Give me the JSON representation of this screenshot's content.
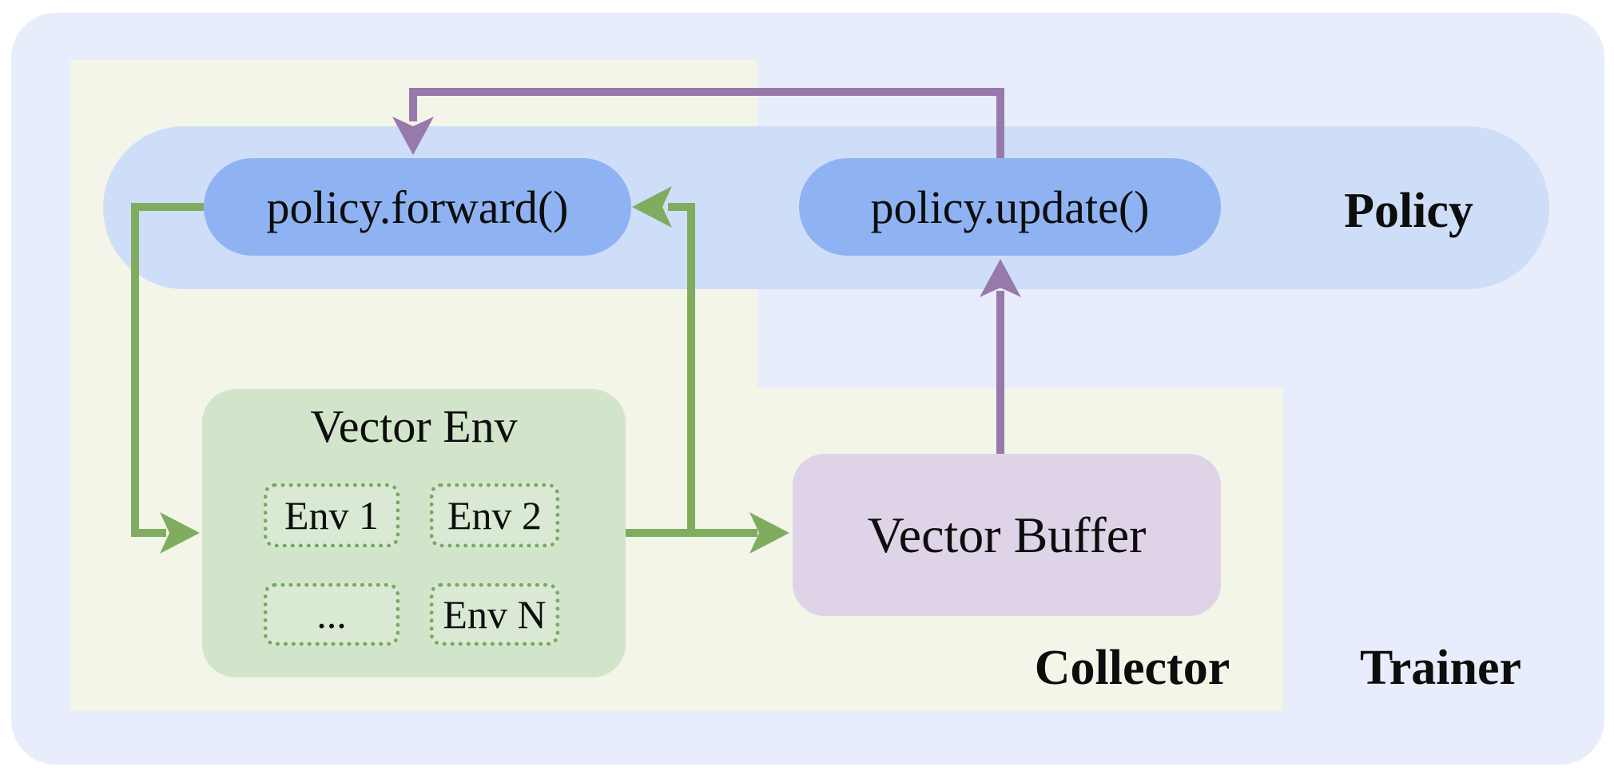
{
  "regions": {
    "trainer": {
      "label": "Trainer"
    },
    "collector": {
      "label": "Collector"
    },
    "policy": {
      "label": "Policy"
    }
  },
  "nodes": {
    "policy_forward": {
      "label": "policy.forward()"
    },
    "policy_update": {
      "label": "policy.update()"
    },
    "vector_env": {
      "title": "Vector Env",
      "envs": [
        {
          "label": "Env 1"
        },
        {
          "label": "Env 2"
        },
        {
          "label": "..."
        },
        {
          "label": "Env N"
        }
      ]
    },
    "vector_buffer": {
      "label": "Vector Buffer"
    }
  },
  "edges": [
    {
      "from": "policy.forward()",
      "to": "Vector Env",
      "color": "green"
    },
    {
      "from": "Vector Env",
      "to": "Vector Buffer",
      "color": "green"
    },
    {
      "from": "Vector Env",
      "to": "policy.forward()",
      "color": "green"
    },
    {
      "from": "Vector Buffer",
      "to": "policy.update()",
      "color": "purple"
    },
    {
      "from": "policy.update()",
      "to": "policy.forward()",
      "color": "purple"
    }
  ],
  "colors": {
    "canvas-bg": "#ffffff",
    "trainer-bg": "#e7edfb",
    "collector-bg": "#f2f5e8",
    "policy-band-bg": "#cfdef8",
    "pill-bg": "#8fb3f2",
    "env-box-bg": "#d2e5cb",
    "env-item-border": "#77a95e",
    "buffer-bg": "#dfd3e7",
    "arrow-green": "#80ac60",
    "arrow-purple": "#9879ab",
    "text-color": "#0d0d0d"
  }
}
